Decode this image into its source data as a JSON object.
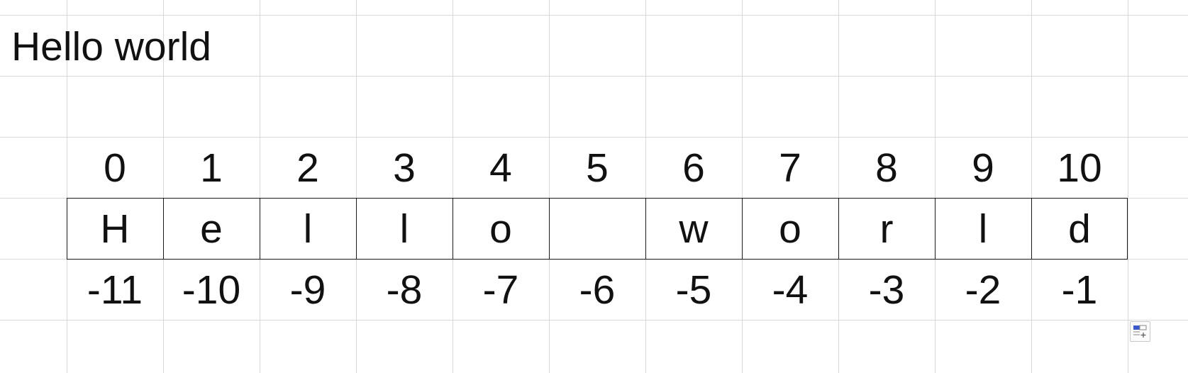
{
  "sheet": {
    "title_cell": "Hello world",
    "index_row": [
      "0",
      "1",
      "2",
      "3",
      "4",
      "5",
      "6",
      "7",
      "8",
      "9",
      "10"
    ],
    "char_row": [
      "H",
      "e",
      "l",
      "l",
      "o",
      "",
      "w",
      "o",
      "r",
      "l",
      "d"
    ],
    "negative_index_row": [
      "-11",
      "-10",
      "-9",
      "-8",
      "-7",
      "-6",
      "-5",
      "-4",
      "-3",
      "-2",
      "-1"
    ]
  },
  "colors": {
    "gridline": "#d9d9d9",
    "border": "#1a1a1a",
    "text": "#111111",
    "paste_icon_accent": "#3b5bcc"
  },
  "icons": {
    "paste_options": "paste-options-icon"
  }
}
